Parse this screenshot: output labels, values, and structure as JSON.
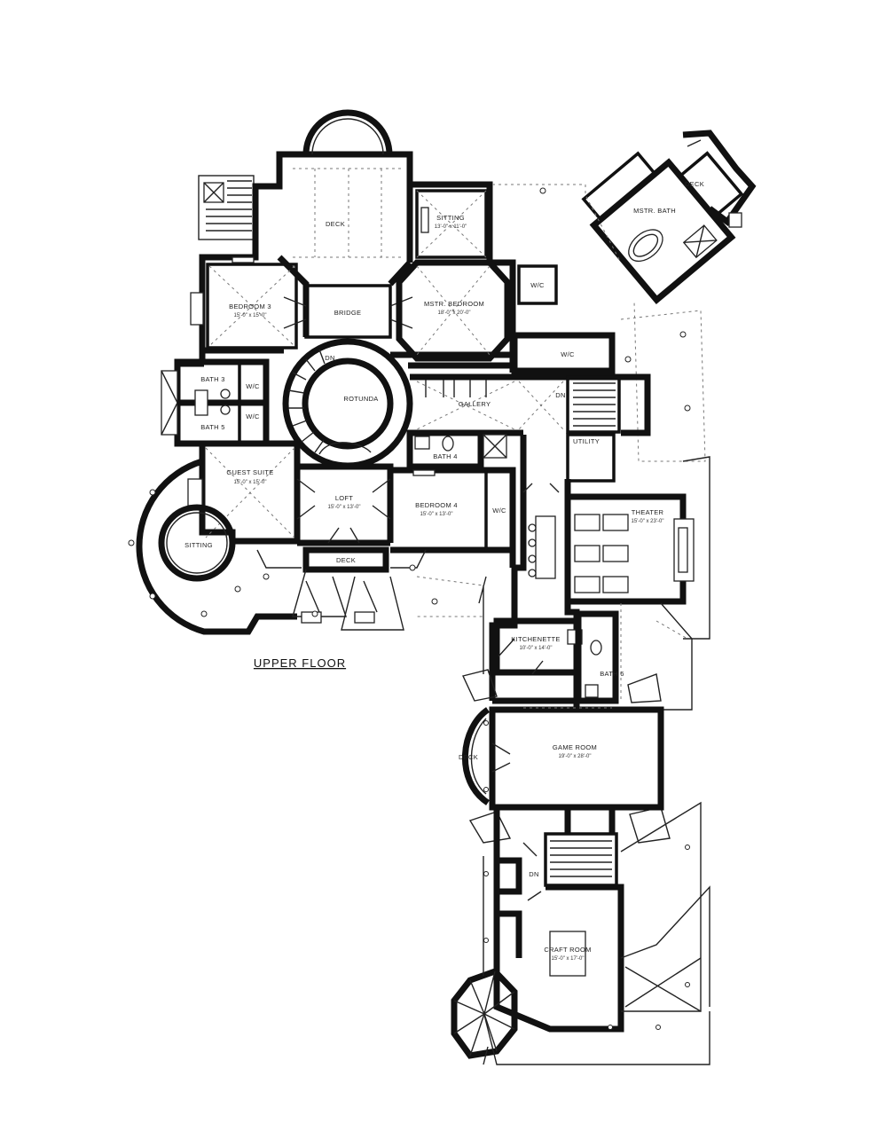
{
  "plan": {
    "title": "UPPER FLOOR",
    "rooms": {
      "deck_top": {
        "name": "DECK"
      },
      "sitting_top": {
        "name": "SITTING",
        "dims": "13'-0\" x 11'-0\""
      },
      "bedroom3": {
        "name": "BEDROOM 3",
        "dims": "15'-0\" x 15'-0\""
      },
      "bridge": {
        "name": "BRIDGE"
      },
      "master_bedroom": {
        "name": "MSTR. BEDROOM",
        "dims": "18'-0\" x 20'-0\""
      },
      "wic_master": {
        "name": "W/C"
      },
      "master_bath": {
        "name": "MSTR. BATH"
      },
      "deck_ne": {
        "name": "DECK"
      },
      "wic_upper": {
        "name": "W/C"
      },
      "bath3": {
        "name": "BATH 3"
      },
      "wic_bath3": {
        "name": "W/C"
      },
      "wic_bath5": {
        "name": "W/C"
      },
      "bath5": {
        "name": "BATH 5"
      },
      "rotunda": {
        "name": "ROTUNDA"
      },
      "gallery": {
        "name": "GALLERY"
      },
      "utility": {
        "name": "UTILITY"
      },
      "bath4": {
        "name": "BATH 4"
      },
      "guest_suite": {
        "name": "GUEST SUITE",
        "dims": "15'-0\" x 15'-0\""
      },
      "sitting_round": {
        "name": "SITTING"
      },
      "loft": {
        "name": "LOFT",
        "dims": "15'-0\" x 13'-0\""
      },
      "bedroom4": {
        "name": "BEDROOM 4",
        "dims": "15'-0\" x 13'-0\""
      },
      "wic_bed4": {
        "name": "W/C"
      },
      "deck_front": {
        "name": "DECK"
      },
      "theater": {
        "name": "THEATER",
        "dims": "15'-0\" x 23'-0\""
      },
      "kitchenette": {
        "name": "KITCHENETTE",
        "dims": "10'-0\" x 14'-0\""
      },
      "bath6": {
        "name": "BATH 6"
      },
      "deck_east": {
        "name": "DECK"
      },
      "game_room": {
        "name": "GAME ROOM",
        "dims": "19'-0\" x 28'-0\""
      },
      "craft_room": {
        "name": "CRAFT ROOM",
        "dims": "15'-0\" x 17'-0\""
      }
    },
    "stair_marks": {
      "dn1": "DN",
      "dn2": "DN",
      "dn3": "DN"
    }
  }
}
